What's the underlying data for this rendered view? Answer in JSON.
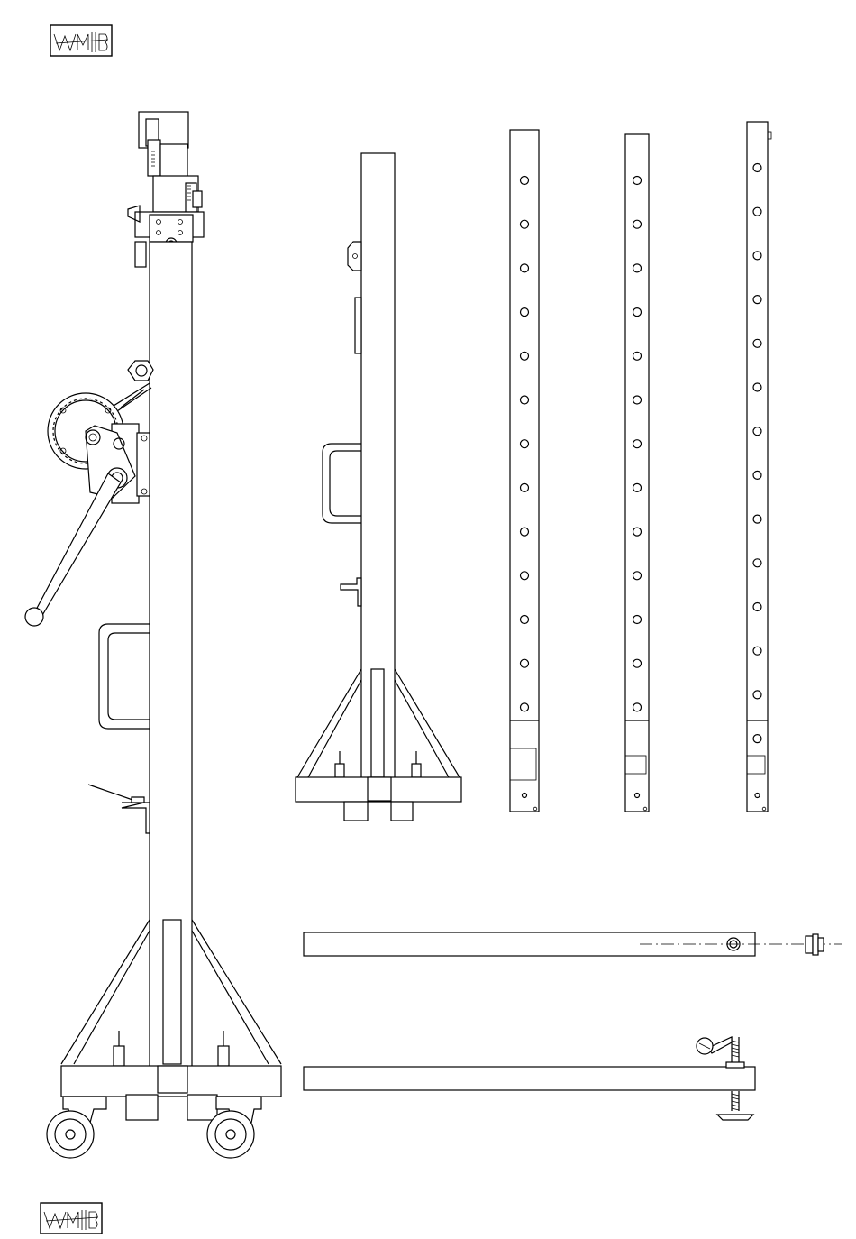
{
  "logo": {
    "text": "WMIBB",
    "color": "#000000"
  },
  "drawing": {
    "line_color": "#000000",
    "background": "#ffffff",
    "pegs": {
      "a_count": 13,
      "b_count": 13,
      "c_count": 14
    }
  }
}
